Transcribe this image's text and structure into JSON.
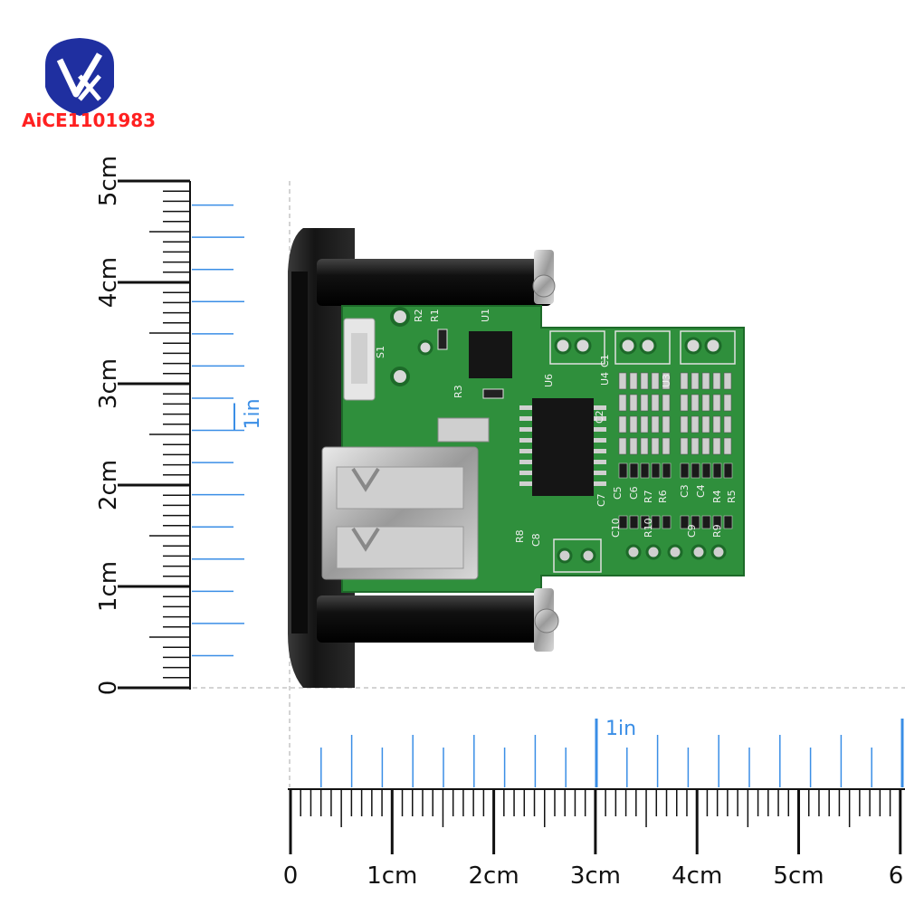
{
  "brand": {
    "logo_text": "AiCE1101983",
    "colors": {
      "shield": "#1f2fa0",
      "text": "#ff2020"
    }
  },
  "vertical_ruler": {
    "cm_labels": [
      "0",
      "1cm",
      "2cm",
      "3cm",
      "4cm",
      "5cm"
    ],
    "inch_label": "1in",
    "colors": {
      "cm": "#111111",
      "inch": "#3a8ee6"
    }
  },
  "horizontal_ruler": {
    "cm_labels": [
      "0",
      "1cm",
      "2cm",
      "3cm",
      "4cm",
      "5cm",
      "6"
    ],
    "inch_label": "1in",
    "colors": {
      "cm": "#111111",
      "inch": "#3a8ee6"
    }
  },
  "board": {
    "pcb_color": "#2f8f3c",
    "silkscreen": [
      "U1",
      "R1",
      "R2",
      "S1",
      "R3",
      "U6",
      "C2",
      "C1",
      "U4",
      "U3",
      "C7",
      "C5",
      "C6",
      "R7",
      "R6",
      "C3",
      "C4",
      "R4",
      "R5",
      "C10",
      "R10",
      "C9",
      "R9",
      "R8",
      "C8"
    ]
  }
}
